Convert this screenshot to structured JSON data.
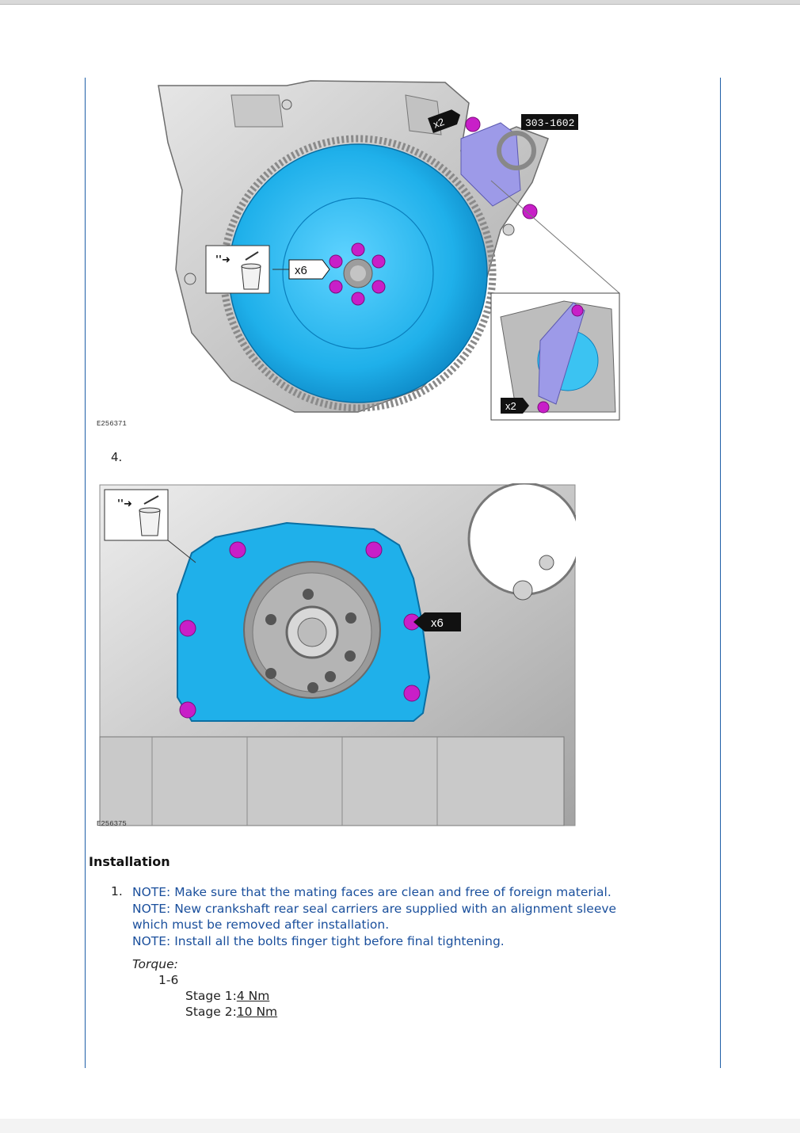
{
  "figure1": {
    "code": "E256371",
    "callouts": {
      "bolts_flywheel": "x6",
      "bolts_tool": "x2",
      "bolts_detail": "x2",
      "tool_id": "303-1602"
    }
  },
  "step4": {
    "number": "4."
  },
  "figure2": {
    "code": "E256375",
    "callouts": {
      "bolts": "x6"
    }
  },
  "installation": {
    "heading": "Installation",
    "step_number": "1.",
    "notes": [
      "NOTE: Make sure that the mating faces are clean and free of foreign material.",
      "NOTE: New crankshaft rear seal carriers are supplied with an alignment sleeve",
      "which must be removed after installation.",
      "NOTE: Install all the bolts finger tight before final tightening."
    ],
    "torque_label": "Torque:",
    "torque_range": "1-6",
    "stages": [
      {
        "label": "Stage 1:",
        "value": "4 Nm"
      },
      {
        "label": "Stage 2:",
        "value": "10 Nm"
      }
    ]
  },
  "colors": {
    "note_blue": "#1a4f9c",
    "component_cyan": "#1eb0ea",
    "bolt_magenta": "#c81fc8",
    "tool_lilac": "#9d9ae8",
    "rule_blue": "#1f5fa8"
  },
  "icons": [
    "discard-bin-icon"
  ]
}
